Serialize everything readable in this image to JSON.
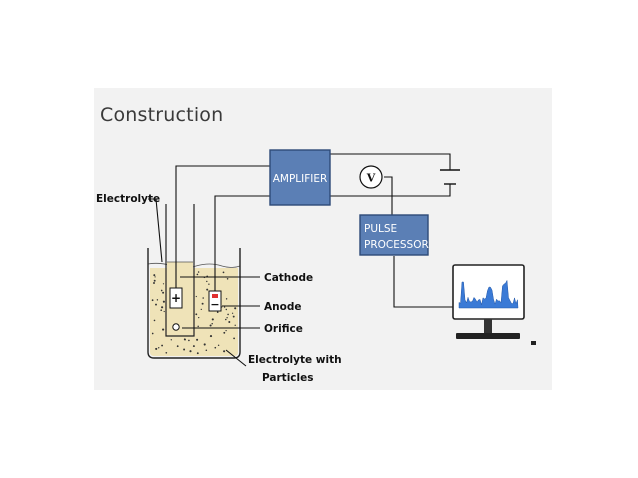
{
  "title": "Construction",
  "components": {
    "amplifier": "AMPLIFIER",
    "voltmeter": "V",
    "pulse_processor_line1": "PULSE",
    "pulse_processor_line2": "PROCESSOR",
    "cathode_sign": "+",
    "anode_sign": "−"
  },
  "labels": {
    "electrolyte": "Electrolyte",
    "cathode": "Cathode",
    "anode": "Anode",
    "orifice": "Orifice",
    "particles_line1": "Electrolyte with",
    "particles_line2": "Particles"
  },
  "colors": {
    "box_fill": "#5b7fb5",
    "box_stroke": "#2e4a78",
    "electrolyte_fill": "#efe3b8",
    "signal": "#3a7ad6"
  }
}
